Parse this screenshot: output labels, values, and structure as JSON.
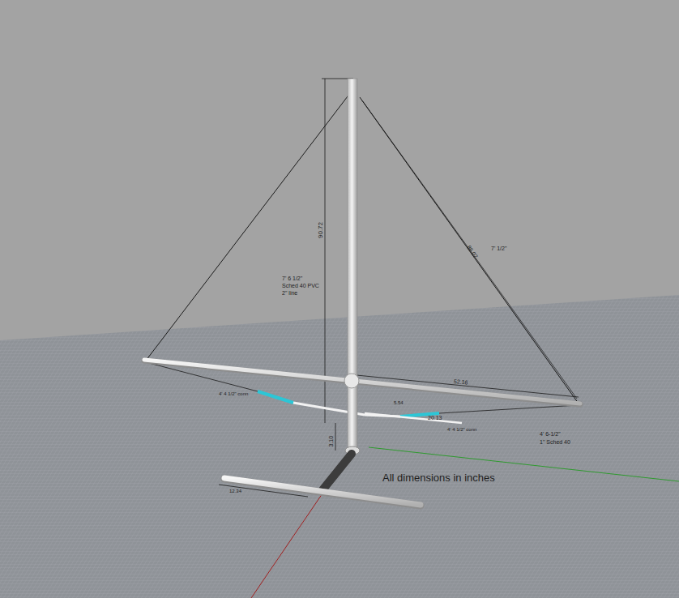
{
  "diagram": {
    "labels": [
      "90.72",
      "7' 6 1/2\"",
      "Sched 40 PVC",
      "2\" line",
      "86.07",
      "7' 1/2\"",
      "52.16",
      "4' 4 1/2\" conn",
      "5.54",
      "20.13",
      "4' 4 1/2\" conn",
      "4' 6-1/2\"",
      "1\" Sched 40",
      "3.10",
      "12.34",
      "All dimensions in inches"
    ]
  }
}
